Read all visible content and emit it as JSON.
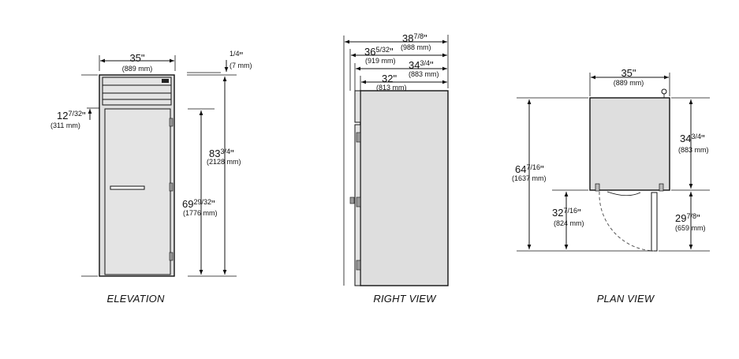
{
  "views": {
    "elevation": {
      "caption": "ELEVATION",
      "width": {
        "whole": "35",
        "frac": "",
        "unit": "\"",
        "mm": "(889 mm)"
      },
      "top_offset": {
        "whole": "",
        "frac": "1/4",
        "unit": "\"",
        "mm": "(7 mm)"
      },
      "louver_height": {
        "whole": "12",
        "frac": "7/32",
        "unit": "\"",
        "mm": "(311 mm)"
      },
      "overall_height": {
        "whole": "83",
        "frac": "3/4",
        "unit": "\"",
        "mm": "(2128 mm)"
      },
      "door_height": {
        "whole": "69",
        "frac": "29/32",
        "unit": "\"",
        "mm": "(1776 mm)"
      }
    },
    "right": {
      "caption": "RIGHT VIEW",
      "depth_overall": {
        "whole": "38",
        "frac": "7/8",
        "unit": "\"",
        "mm": "(988 mm)"
      },
      "depth_handle": {
        "whole": "36",
        "frac": "5/32",
        "unit": "\"",
        "mm": "(919 mm)"
      },
      "depth_door": {
        "whole": "34",
        "frac": "3/4",
        "unit": "\"",
        "mm": "(883 mm)"
      },
      "depth_body": {
        "whole": "32",
        "frac": "",
        "unit": "\"",
        "mm": "(813 mm)"
      }
    },
    "plan": {
      "caption": "PLAN VIEW",
      "width": {
        "whole": "35",
        "frac": "",
        "unit": "\"",
        "mm": "(889 mm)"
      },
      "depth": {
        "whole": "34",
        "frac": "3/4",
        "unit": "\"",
        "mm": "(883 mm)"
      },
      "overall_depth": {
        "whole": "64",
        "frac": "7/16",
        "unit": "\"",
        "mm": "(1637 mm)"
      },
      "door_swing": {
        "whole": "32",
        "frac": "7/16",
        "unit": "\"",
        "mm": "(824 mm)"
      },
      "door_clearance": {
        "whole": "29",
        "frac": "7/8",
        "unit": "\"",
        "mm": "(659 mm)"
      }
    }
  },
  "colors": {
    "cabinet": "#dedede",
    "line": "#111111"
  }
}
